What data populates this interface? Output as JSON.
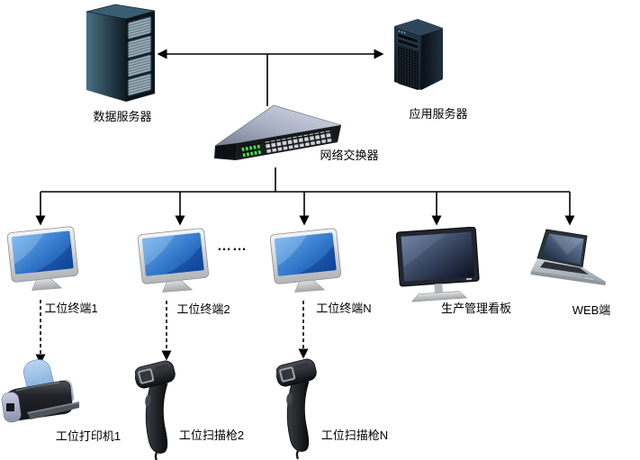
{
  "diagram": {
    "ellipsis": "……",
    "nodes": {
      "data_server": {
        "label": "数据服务器"
      },
      "app_server": {
        "label": "应用服务器"
      },
      "switch": {
        "label": "网络交换器"
      },
      "terminal_1": {
        "label": "工位终端1"
      },
      "terminal_2": {
        "label": "工位终端2"
      },
      "terminal_n": {
        "label": "工位终端N"
      },
      "kanban": {
        "label": "生产管理看板"
      },
      "web": {
        "label": "WEB端"
      },
      "printer_1": {
        "label": "工位打印机1"
      },
      "scanner_2": {
        "label": "工位扫描枪2"
      },
      "scanner_n": {
        "label": "工位扫描枪N"
      }
    },
    "colors": {
      "background": "#ffffff",
      "connector": "#000000",
      "label_text": "#000000",
      "screen_blue": "#1f64c8",
      "kanban_screen": "#2a3a58",
      "led_green": "#4ce04c",
      "server_teal": "#2e4c5e",
      "paper_blue": "#8fb8e4"
    }
  }
}
